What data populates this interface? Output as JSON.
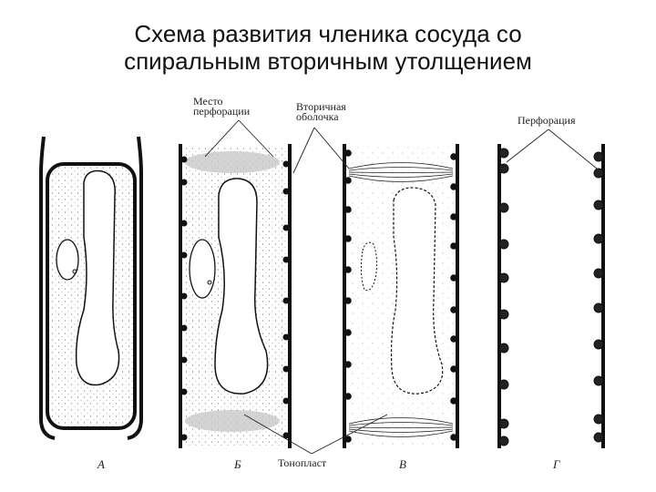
{
  "title_line1": "Схема развития членика сосуда со",
  "title_line2": "спиральным вторичным утолщением",
  "labels": {
    "perforation_site_1": "Место",
    "perforation_site_2": "перфорации",
    "secondary_wall_1": "Вторичная",
    "secondary_wall_2": "оболочка",
    "perforation": "Перфорация",
    "tonoplast": "Тонопласт"
  },
  "stages": [
    "А",
    "Б",
    "В",
    "Г"
  ],
  "colors": {
    "ink": "#111111",
    "stipple": "#bdbdbd",
    "paper": "#ffffff"
  }
}
